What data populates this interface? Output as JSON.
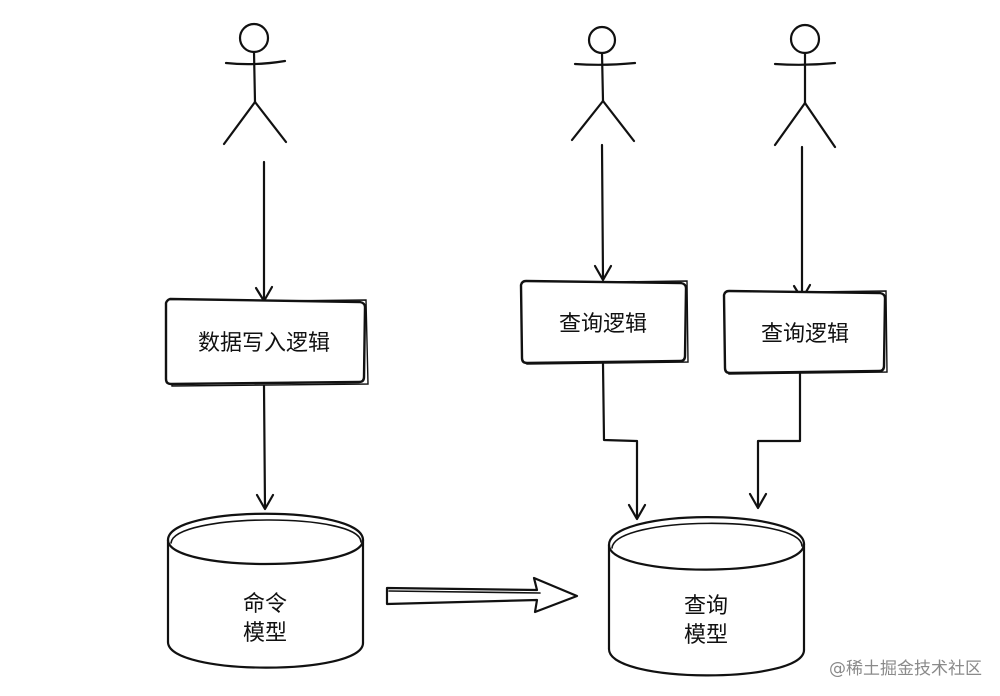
{
  "diagram": {
    "write_logic": "数据写入逻辑",
    "query_logic_1": "查询逻辑",
    "query_logic_2": "查询逻辑",
    "command_model": [
      "命令",
      "模型"
    ],
    "query_model": [
      "查询",
      "模型"
    ]
  },
  "watermark": "@稀土掘金技术社区",
  "colors": {
    "ink": "#111111",
    "background": "#ffffff",
    "watermark": "#8a8a8a"
  }
}
